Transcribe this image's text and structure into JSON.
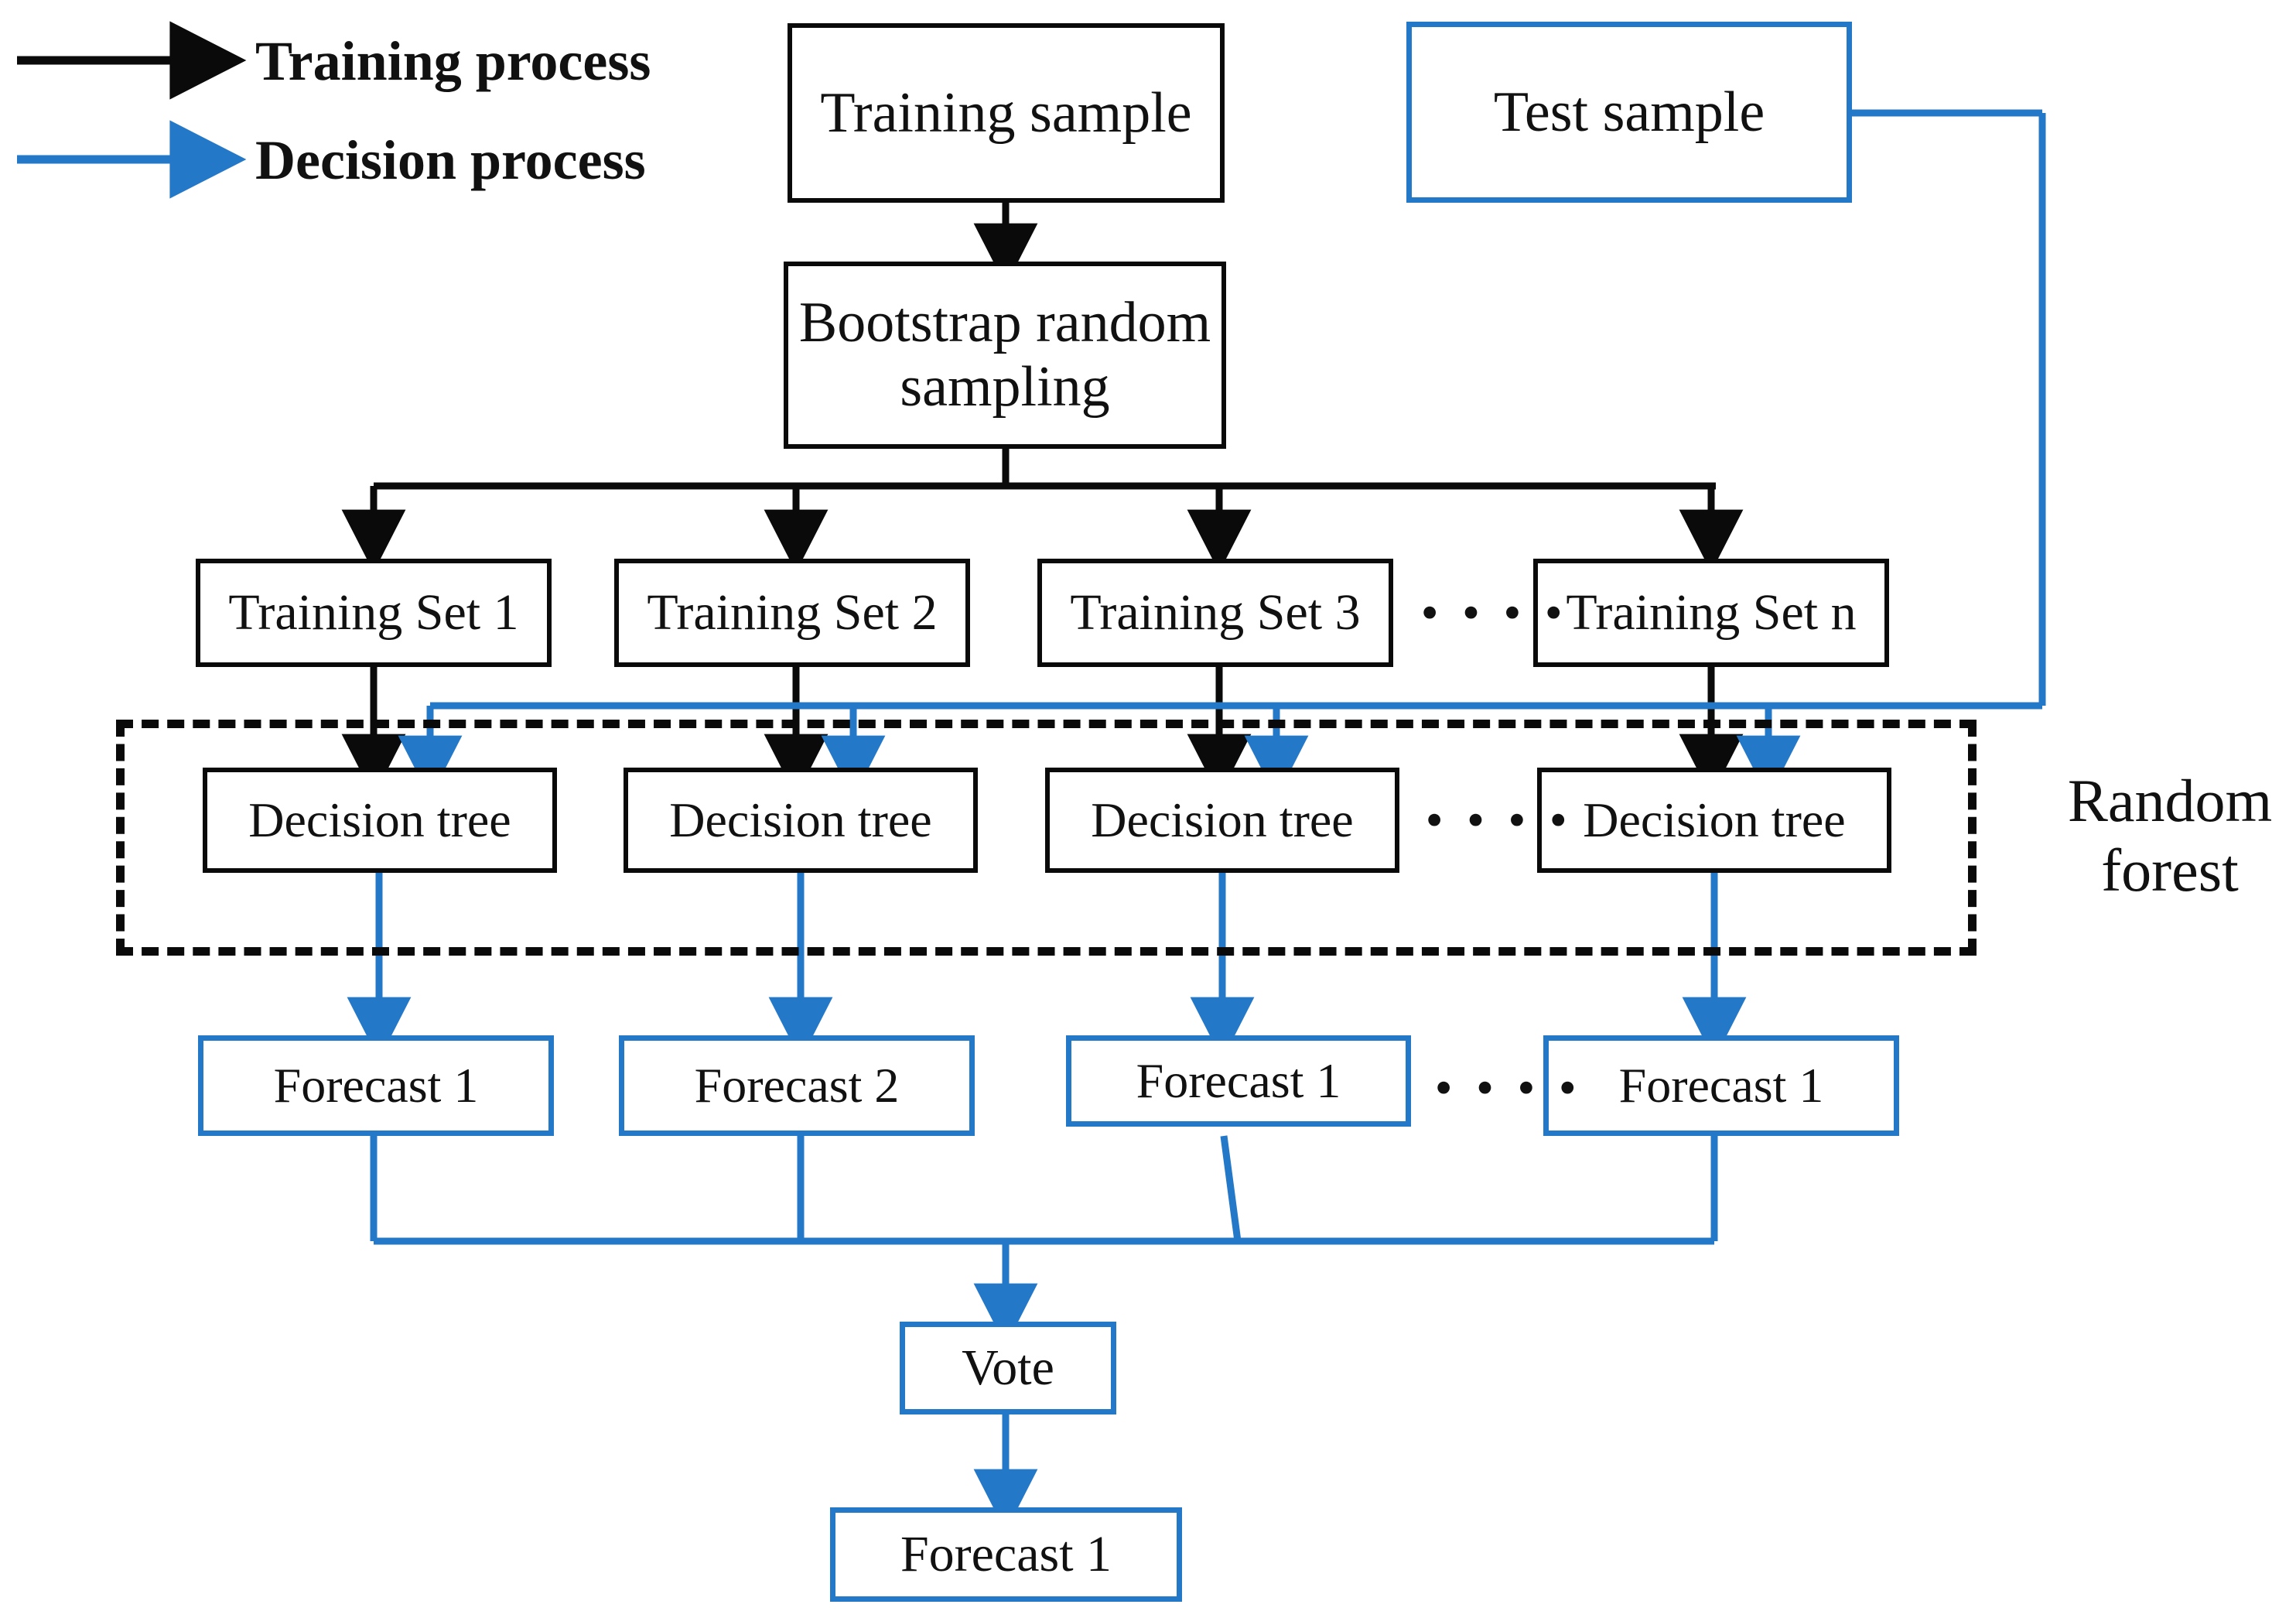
{
  "diagram": {
    "title": "Random forest training and decision process flowchart",
    "colors": {
      "accent_blue": "#2478C8",
      "stroke_black": "#0A0A0A",
      "background": "#FFFFFF"
    },
    "legend": [
      {
        "id": "training-process",
        "label": "Training process",
        "color": "#0A0A0A",
        "arrow": "arrow-right-icon"
      },
      {
        "id": "decision-process",
        "label": "Decision process",
        "color": "#2478C8",
        "arrow": "arrow-right-icon"
      }
    ],
    "nodes": {
      "training_sample": "Training sample",
      "test_sample": "Test sample",
      "bootstrap": "Bootstrap random\nsampling",
      "bootstrap_line1": "Bootstrap random",
      "bootstrap_line2": "sampling",
      "vote": "Vote",
      "final_forecast": "Forecast 1",
      "random_forest_line1": "Random",
      "random_forest_line2": "forest"
    },
    "training_sets": [
      {
        "label": "Training Set 1"
      },
      {
        "label": "Training Set 2"
      },
      {
        "label": "Training Set 3"
      },
      {
        "label": "Training Set n"
      }
    ],
    "decision_trees": [
      {
        "label": "Decision tree"
      },
      {
        "label": "Decision tree"
      },
      {
        "label": "Decision tree"
      },
      {
        "label": "Decision tree"
      }
    ],
    "forecasts": [
      {
        "label": "Forecast 1"
      },
      {
        "label": "Forecast 2"
      },
      {
        "label": "Forecast 1"
      },
      {
        "label": "Forecast 1"
      }
    ],
    "ellipses": {
      "training_sets": "• • • •",
      "decision_trees": "• • • •",
      "forecasts": "• • • •"
    }
  }
}
